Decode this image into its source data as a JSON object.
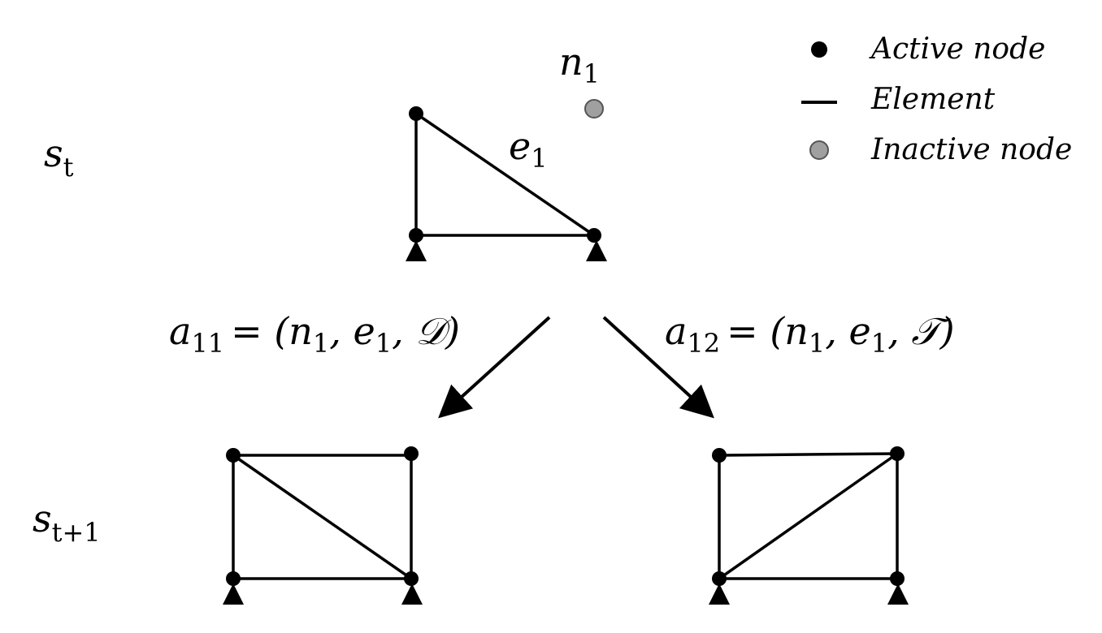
{
  "colors": {
    "line": "#000000",
    "active_node": "#000000",
    "inactive_node_fill": "#a0a0a0",
    "inactive_node_stroke": "#555555",
    "background": "#ffffff"
  },
  "legend": {
    "active_node": "Active node",
    "element": "Element",
    "inactive_node": "Inactive node"
  },
  "states": {
    "current": {
      "main": "s",
      "sub": "t"
    },
    "next": {
      "main": "s",
      "sub": "t+1"
    }
  },
  "labels": {
    "node": {
      "main": "n",
      "sub": "1"
    },
    "element": {
      "main": "e",
      "sub": "1"
    }
  },
  "actions": {
    "left": {
      "main": "a",
      "sub": "11",
      "expr": "= (n",
      "s1": "1",
      "m1": ", e",
      "s2": "1",
      "tail": ", 𝒟)"
    },
    "right": {
      "main": "a",
      "sub": "12",
      "expr": "= (n",
      "s1": "1",
      "m1": ", e",
      "s2": "1",
      "tail": ", 𝒯)"
    }
  }
}
